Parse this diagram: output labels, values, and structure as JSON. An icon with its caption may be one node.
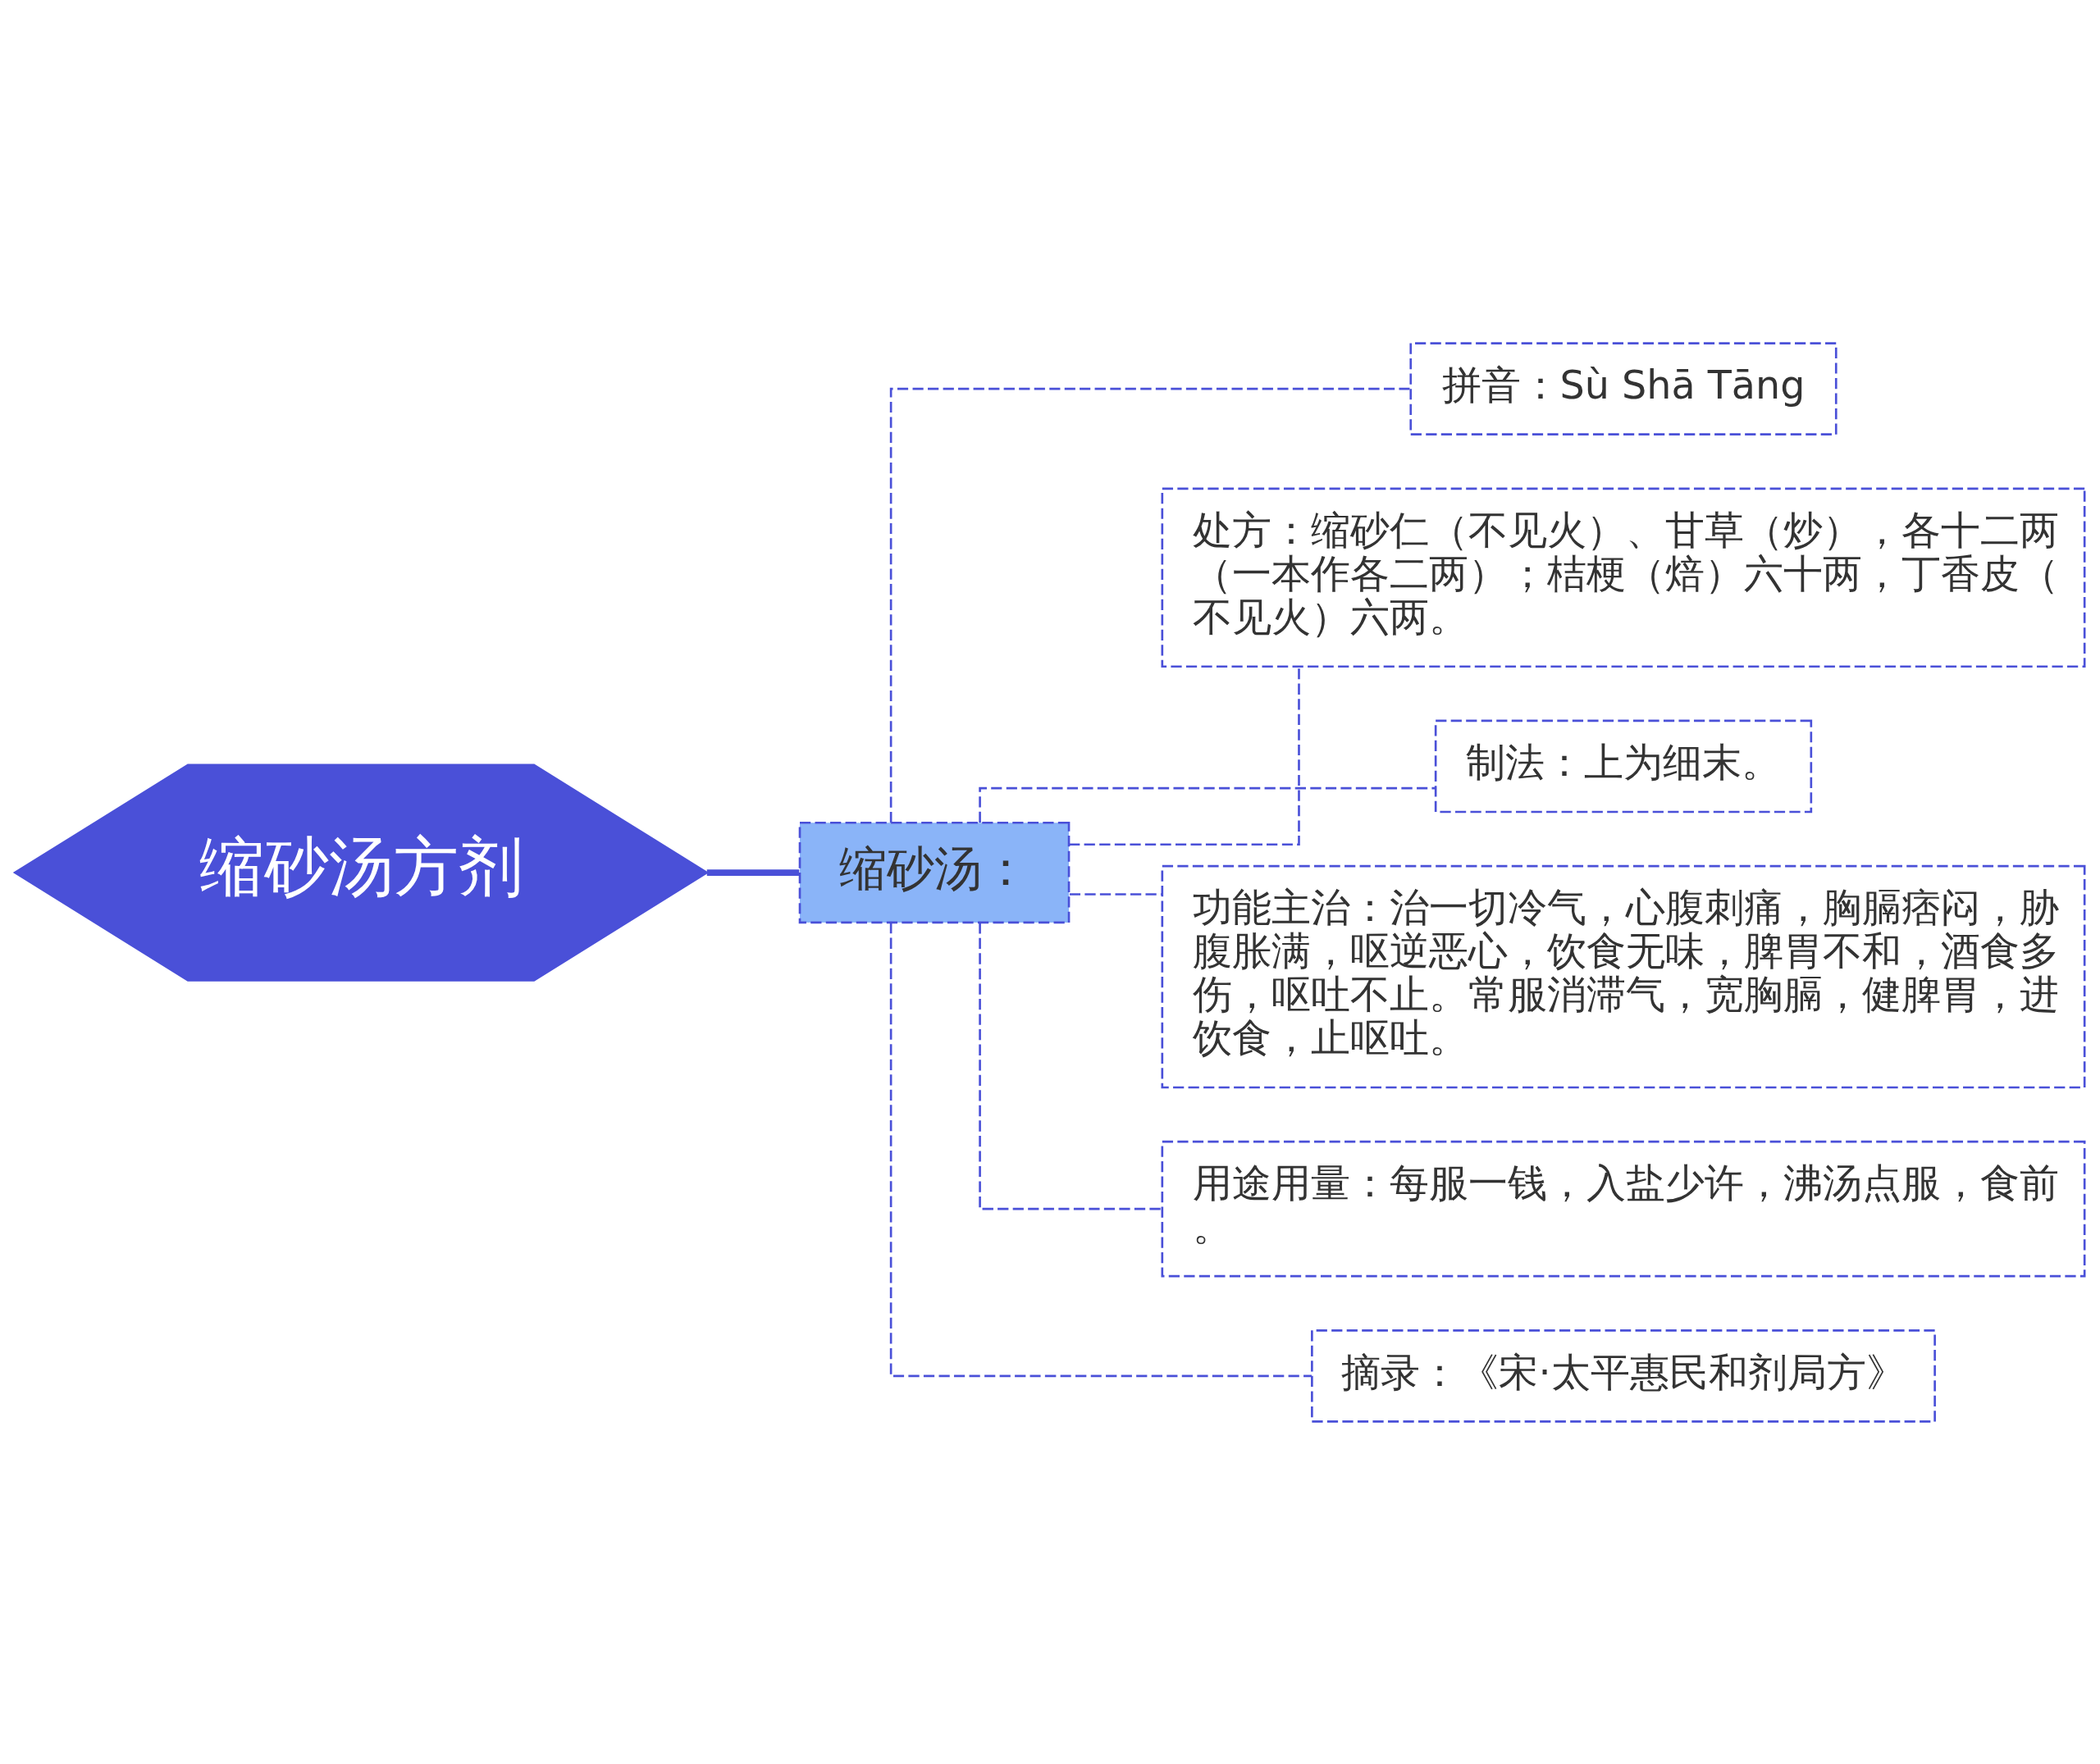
{
  "diagram": {
    "nodes": [
      {
        "text": [
          "缩砂汤方剂"
        ]
      },
      {
        "text": [
          "缩砂汤："
        ]
      },
      {
        "text": [
          "拼音：Sù Shā Tāng"
        ]
      },
      {
        "text": [
          "处方：缩砂仁（不见火）、甘草（炒），各十二两（一本作各二两）；桔梗（焙）六十两，丁香皮（不见火）六两。"
        ]
      },
      {
        "text": [
          "制法：上为细末。"
        ]
      },
      {
        "text": [
          "功能主治：治一切冷气，心腹刺痛，胸膈痞闷，胁腹胀满，呕逆恶心，饮食无味，脾胃不和，酒食多伤，呕吐不止。常服消滞气，宽胸膈，健脾胃，进饮食，止呕吐。"
        ]
      },
      {
        "text": [
          "用途用量：每服一钱，入盐少许，沸汤点服，食前。"
        ]
      },
      {
        "text": [
          "摘录：《宋·太平惠民和剂局方》"
        ]
      }
    ],
    "edges": [
      {
        "from": 0,
        "to": 1,
        "arrow": "none",
        "style": "thick"
      },
      {
        "from": 1,
        "to": 2,
        "arrow": "none",
        "style": "dashed"
      },
      {
        "from": 1,
        "to": 3,
        "arrow": "none",
        "style": "dashed"
      },
      {
        "from": 1,
        "to": 4,
        "arrow": "none",
        "style": "dashed"
      },
      {
        "from": 1,
        "to": 5,
        "arrow": "none",
        "style": "dashed"
      },
      {
        "from": 1,
        "to": 6,
        "arrow": "none",
        "style": "dashed"
      },
      {
        "from": 1,
        "to": 7,
        "arrow": "none",
        "style": "dashed"
      }
    ]
  }
}
